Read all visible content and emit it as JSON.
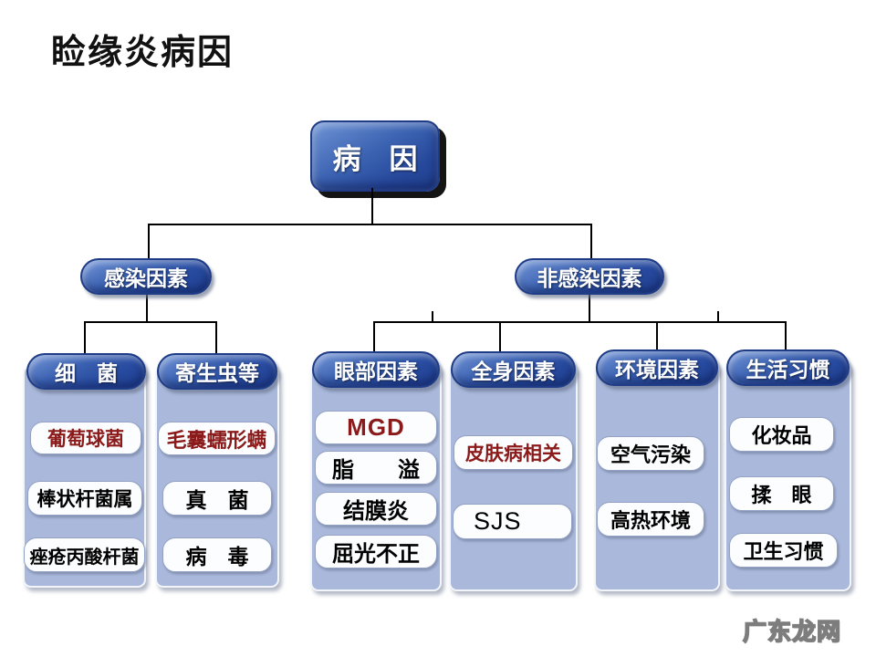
{
  "title": "睑缘炎病因",
  "watermark": "广东龙网",
  "colors": {
    "node_blue": "#2e509f",
    "node_blue_dark": "#1f3e8d",
    "panel_blue": "#a9b8db",
    "emphasis_red": "#8b1a1a",
    "text_white": "#ffffff",
    "line_black": "#000000"
  },
  "tree": {
    "root_label": "病　因",
    "branches": [
      {
        "label": "感染因素"
      },
      {
        "label": "非感染因素"
      }
    ]
  },
  "columns": [
    {
      "header": "细　菌",
      "parent": "感染因素",
      "items": [
        {
          "text": "葡萄球菌",
          "emphasis": true
        },
        {
          "text": "棒状杆菌属",
          "emphasis": false
        },
        {
          "text": "痤疮丙酸杆菌",
          "emphasis": false
        }
      ]
    },
    {
      "header": "寄生虫等",
      "parent": "感染因素",
      "items": [
        {
          "text": "毛囊蠕形螨",
          "emphasis": true
        },
        {
          "text": "真　菌",
          "emphasis": false
        },
        {
          "text": "病　毒",
          "emphasis": false
        }
      ]
    },
    {
      "header": "眼部因素",
      "parent": "非感染因素",
      "items": [
        {
          "text": "MGD",
          "emphasis": true
        },
        {
          "text": "脂　　溢",
          "emphasis": false
        },
        {
          "text": "结膜炎",
          "emphasis": false
        },
        {
          "text": "屈光不正",
          "emphasis": false
        }
      ]
    },
    {
      "header": "全身因素",
      "parent": "非感染因素",
      "items": [
        {
          "text": "皮肤病相关",
          "emphasis": true
        },
        {
          "text": "SJS",
          "emphasis": false
        }
      ]
    },
    {
      "header": "环境因素",
      "parent": "非感染因素",
      "items": [
        {
          "text": "空气污染",
          "emphasis": false
        },
        {
          "text": "高热环境",
          "emphasis": false
        }
      ]
    },
    {
      "header": "生活习惯",
      "parent": "非感染因素",
      "items": [
        {
          "text": "化妆品",
          "emphasis": false
        },
        {
          "text": "揉　眼",
          "emphasis": false
        },
        {
          "text": "卫生习惯",
          "emphasis": false
        }
      ]
    }
  ]
}
